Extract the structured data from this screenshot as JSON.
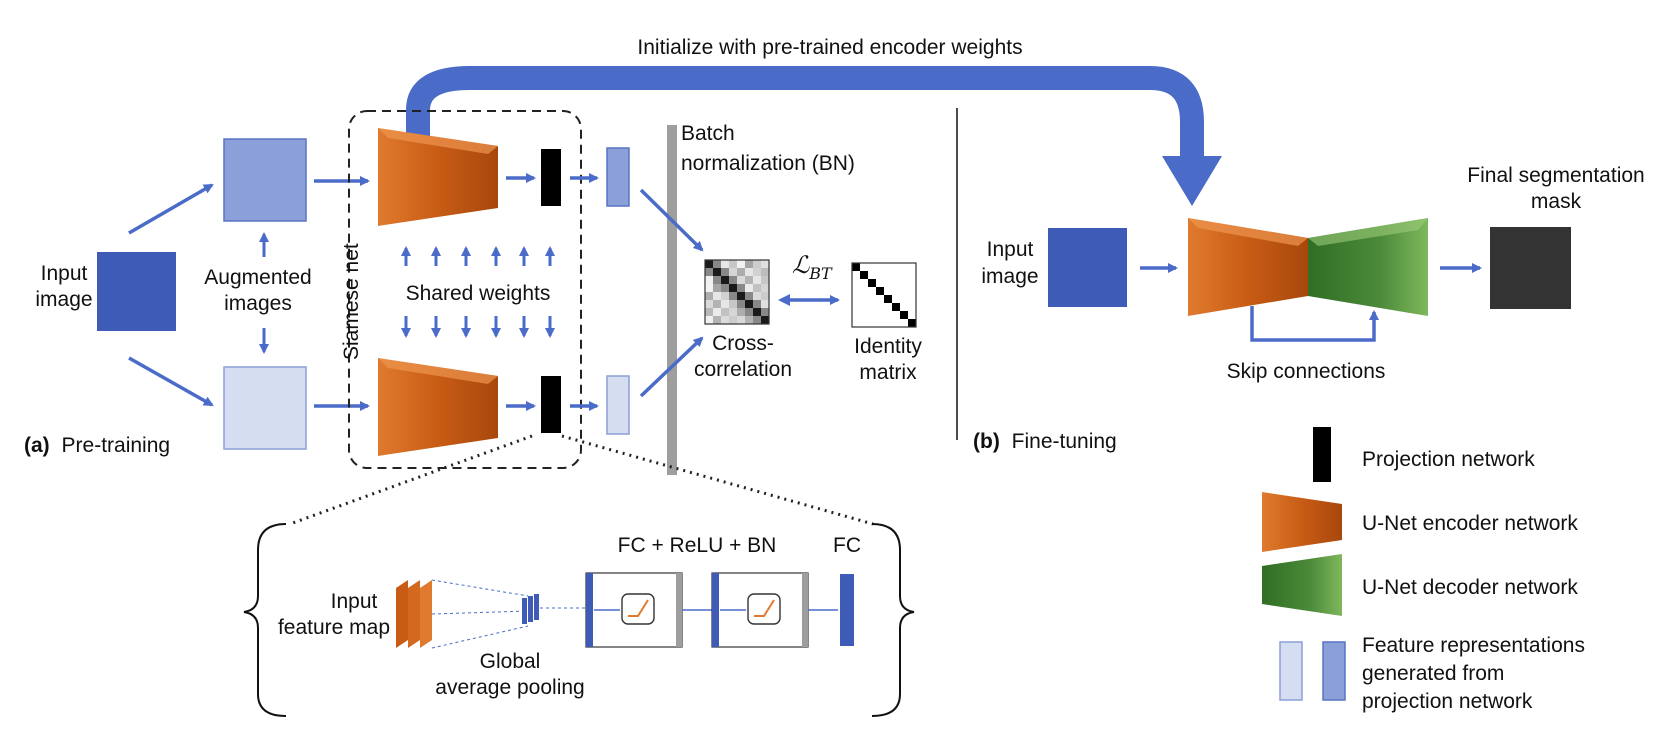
{
  "top_arrow_label": "Initialize with pre-trained encoder weights",
  "pretraining": {
    "panel_letter": "(a)",
    "panel_title": "Pre-training",
    "input_image_line1": "Input",
    "input_image_line2": "image",
    "augmented_line1": "Augmented",
    "augmented_line2": "images",
    "siamese_label": "Siamese net",
    "shared_weights": "Shared weights",
    "bn_line1": "Batch",
    "bn_line2": "normalization (BN)",
    "loss_main": "ℒ",
    "loss_sub": "BT",
    "cross_line1": "Cross-",
    "cross_line2": "correlation",
    "identity_line1": "Identity",
    "identity_line2": "matrix"
  },
  "projection_detail": {
    "input_line1": "Input",
    "input_line2": "feature map",
    "gap_line1": "Global",
    "gap_line2": "average pooling",
    "fc_relu_bn": "FC + ReLU + BN",
    "fc": "FC"
  },
  "finetuning": {
    "panel_letter": "(b)",
    "panel_title": "Fine-tuning",
    "input_line1": "Input",
    "input_line2": "image",
    "output_line1": "Final segmentation",
    "output_line2": "mask",
    "skip_connections": "Skip connections"
  },
  "legend": {
    "projection": "Projection network",
    "encoder": "U-Net encoder network",
    "decoder": "U-Net decoder network",
    "features_line1": "Feature representations",
    "features_line2": "generated from",
    "features_line3": "projection network"
  },
  "colors": {
    "arrow_blue": "#4a6cc8",
    "input_blue": "#3f5bb8",
    "aug_mid": "#8b9fd9",
    "aug_light": "#d5ddf0",
    "encoder_orange": "#d2691e",
    "decoder_green": "#4c8a3a",
    "bn_gray": "#9e9e9e"
  }
}
